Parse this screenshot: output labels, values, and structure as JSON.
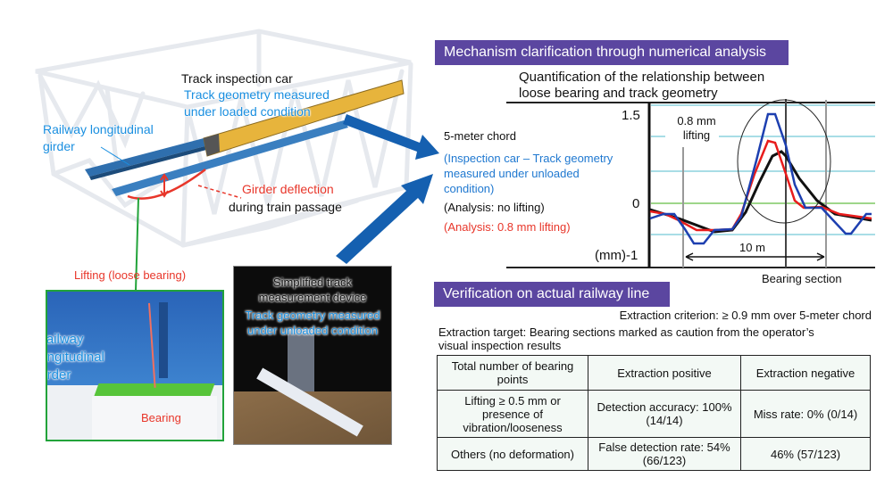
{
  "left": {
    "inspection_car_title": "Track inspection car",
    "loaded_line1": "Track geometry measured",
    "loaded_line2": "under loaded condition",
    "girder_line1": "Railway longitudinal",
    "girder_line2": "girder",
    "deflection_line1": "Girder deflection",
    "deflection_line2": "during train passage",
    "lifting_label": "Lifting (loose bearing)",
    "photo_girder_line1": "Railway",
    "photo_girder_line2": "longitudinal",
    "photo_girder_line3": "girder",
    "bearing_label": "Bearing",
    "device_line1": "Simplified track",
    "device_line2": "measurement device",
    "unloaded_line1": "Track geometry measured",
    "unloaded_line2": "under unloaded condition"
  },
  "analysis": {
    "header": "Mechanism clarification through numerical analysis",
    "subtitle_line1": "Quantification of the relationship between",
    "subtitle_line2": "loose bearing and track geometry",
    "chord": "5-meter chord",
    "legend_blue_line1": "(Inspection car – Track geometry",
    "legend_blue_line2": "measured under unloaded",
    "legend_blue_line3": "condition)",
    "legend_black": "(Analysis: no lifting)",
    "legend_red": "(Analysis: 0.8 mm lifting)",
    "y_top": "1.5",
    "y_zero": "0",
    "y_bottom": "(mm)-1",
    "lifting_note_line1": "0.8 mm",
    "lifting_note_line2": "lifting",
    "span_label": "10 m",
    "bearing_section": "Bearing section",
    "colors": {
      "measured": "#1d3fb0",
      "no_lifting": "#111111",
      "lifting": "#e81c1c"
    }
  },
  "verification": {
    "header": "Verification on actual railway line",
    "criterion": "Extraction criterion: ≥ 0.9 mm over 5-meter chord",
    "target_line1": "Extraction target: Bearing sections marked as caution from the operator’s",
    "target_line2": "visual inspection results",
    "table": {
      "headers": [
        "Total number of bearing points",
        "Extraction positive",
        "Extraction negative"
      ],
      "rows": [
        [
          "Lifting ≥ 0.5 mm or presence of vibration/looseness",
          "Detection accuracy: 100% (14/14)",
          "Miss rate: 0% (0/14)"
        ],
        [
          "Others (no deformation)",
          "False detection rate: 54% (66/123)",
          "46% (57/123)"
        ]
      ]
    }
  }
}
